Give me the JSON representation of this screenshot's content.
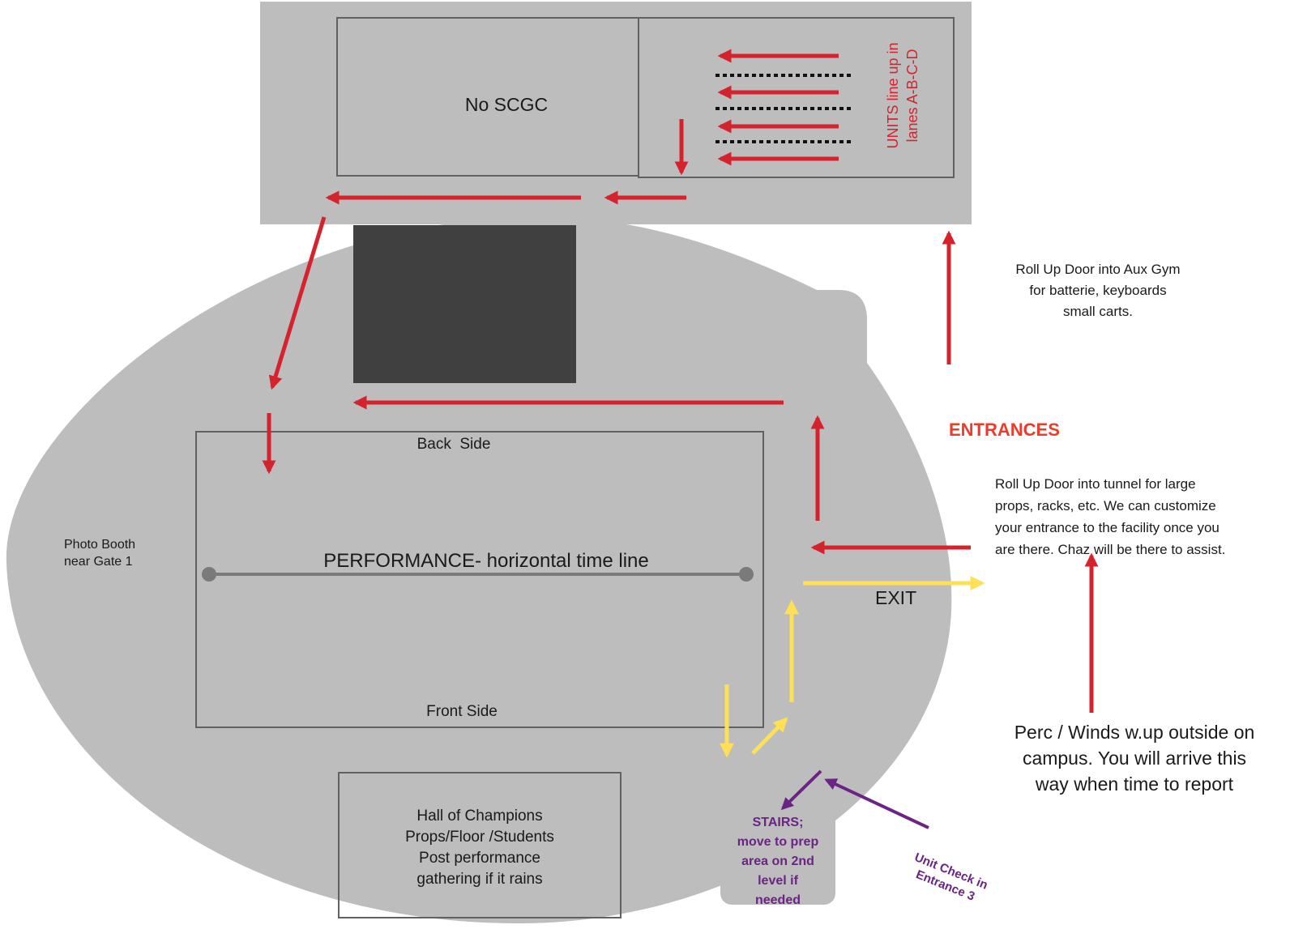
{
  "colors": {
    "arena": "#bdbdbd",
    "dark_block": "#404040",
    "box_stroke": "#5f6163",
    "red_arrow": "#d5232d",
    "yellow_arrow": "#fde058",
    "purple_arrow": "#6b2384",
    "entrances_text": "#ef3b2c",
    "timeline": "#7a7a7a"
  },
  "aux_gym": {
    "no_scgc_label": "No SCGC",
    "lanes_label_line1": "UNITS line up in",
    "lanes_label_line2": "lanes A-B-C-D"
  },
  "floor": {
    "back_side_label": "Back  Side",
    "front_side_label": "Front Side",
    "timeline_label": "PERFORMANCE- horizontal time line"
  },
  "photo_booth": [
    "Photo Booth",
    "near Gate 1"
  ],
  "hall_of_champions": [
    "Hall of Champions",
    "Props/Floor /Students",
    "Post performance",
    "gathering if it rains"
  ],
  "stairs": [
    "STAIRS;",
    "move to prep",
    "area on 2nd",
    "level if",
    "needed"
  ],
  "unit_check_in": [
    "Unit Check in",
    "Entrance 3"
  ],
  "exit_label": "EXIT",
  "entrances_heading": "ENTRANCES",
  "aux_gym_door": [
    "Roll Up Door into Aux Gym",
    "for batterie, keyboards",
    "small carts."
  ],
  "tunnel_door": [
    "Roll Up Door into tunnel for large",
    "props, racks, etc. We can customize",
    "your entrance to the facility once you",
    "are there. Chaz will be there to assist."
  ],
  "warmup_note": [
    "Perc / Winds w.up outside on",
    "campus. You will arrive this",
    "way when time to report"
  ]
}
